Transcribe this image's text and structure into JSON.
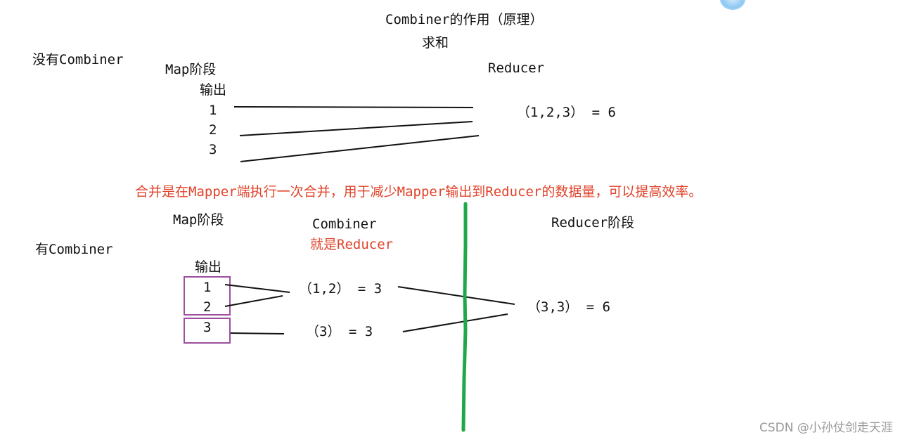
{
  "title": "Combiner的作用（原理）",
  "subtitle": "求和",
  "top": {
    "label": "没有Combiner",
    "map_stage": "Map阶段",
    "output_label": "输出",
    "outputs": [
      "1",
      "2",
      "3"
    ],
    "reducer_label": "Reducer",
    "result": "（1,2,3） = 6"
  },
  "note": "合并是在Mapper端执行一次合并，用于减少Mapper输出到Reducer的数据量，可以提高效率。",
  "bottom": {
    "label": "有Combiner",
    "map_stage": "Map阶段",
    "output_label": "输出",
    "outputs": [
      "1",
      "2",
      "3"
    ],
    "combiner_label": "Combiner",
    "combiner_note": "就是Reducer",
    "combine_1": "（1,2） = 3",
    "combine_2": "（3） = 3",
    "reducer_stage": "Reducer阶段",
    "result": "（3,3） = 6"
  },
  "watermark": "CSDN @小孙仗剑走天涯",
  "colors": {
    "text": "#111111",
    "highlight": "#e0432a",
    "box": "#9b4f9e",
    "divider": "#1fa84a",
    "watermark": "#9a9a9a"
  }
}
